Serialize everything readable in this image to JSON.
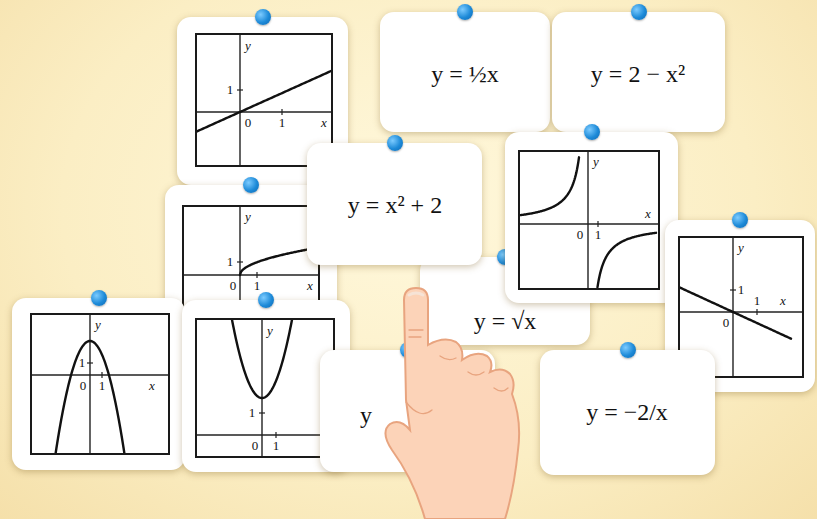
{
  "diagram": {
    "nodes": [
      {
        "text": [
          "y",
          "1",
          "0",
          "1",
          "x"
        ]
      },
      {
        "text": [
          "y = ½x"
        ]
      },
      {
        "text": [
          "y = 2 − x²"
        ]
      },
      {
        "text": [
          "y",
          "0",
          "1",
          "x"
        ]
      },
      {
        "text": [
          "y = x² + 2"
        ]
      },
      {
        "text": [
          "y",
          "1",
          "0",
          "1",
          "x"
        ]
      },
      {
        "text": [
          "y",
          "1",
          "0",
          "1",
          "x"
        ]
      },
      {
        "text": [
          "y = √x"
        ]
      },
      {
        "text": [
          "y",
          "1",
          "0",
          "1",
          "x"
        ]
      },
      {
        "text": [
          "y",
          "1",
          "0",
          "1"
        ]
      },
      {
        "text": [
          "y"
        ]
      },
      {
        "text": [
          "y = −2/x"
        ]
      }
    ]
  }
}
